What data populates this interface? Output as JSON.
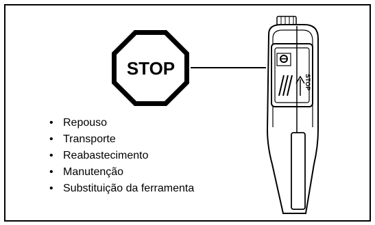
{
  "sign": {
    "label": "STOP"
  },
  "switch_label": "STOP",
  "list": {
    "bullet": "•",
    "items": [
      "Repouso",
      "Transporte",
      "Reabastecimento",
      "Manutenção",
      "Substituição da ferramenta"
    ]
  },
  "colors": {
    "ink": "#000000",
    "background": "#ffffff"
  }
}
